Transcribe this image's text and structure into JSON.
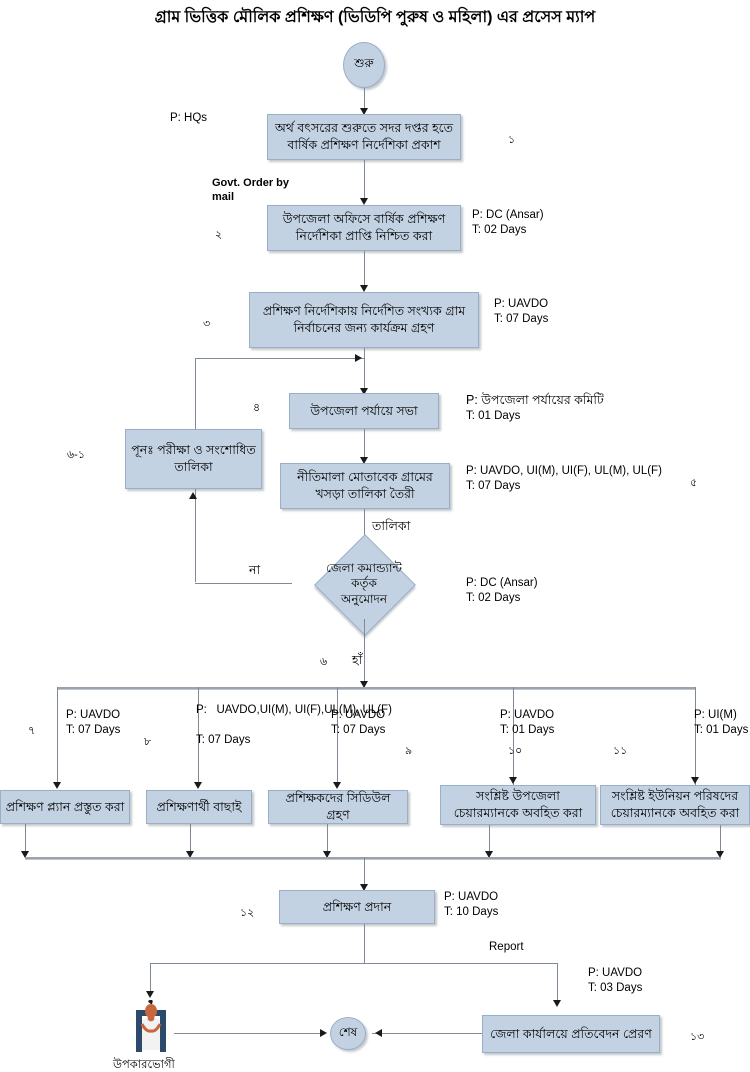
{
  "title": "গ্রাম ভিত্তিক মৌলিক প্রশিক্ষণ (ভিডিপি পুরুষ ও মহিলা) এর প্রসেস ম্যাপ",
  "colors": {
    "box_fill": "#c3d2e3",
    "box_border": "#9aaec6",
    "line": "#808a96",
    "text": "#000000"
  },
  "nodes": {
    "start": {
      "label": "শুরু"
    },
    "end": {
      "label": "শেষ"
    },
    "box1": {
      "label": "অর্থ বৎসরের শুরুতে সদর দপ্তর হতে বার্ষিক প্রশিক্ষণ নির্দেশিকা প্রকাশ",
      "actor": "P: HQs",
      "time": "",
      "num": "১"
    },
    "box2": {
      "label": "উপজেলা অফিসে বার্ষিক প্রশিক্ষণ নির্দেশিকা প্রাপ্তি নিশ্চিত করা",
      "actor": "P: DC (Ansar)",
      "time": "T: 02 Days",
      "num": "২"
    },
    "box3": {
      "label": "প্রশিক্ষণ নির্দেশিকায় নির্দেশিত সংখ্যক গ্রাম নির্বাচনের জন্য কার্যক্রম গ্রহণ",
      "actor": "P: UAVDO",
      "time": "T: 07 Days",
      "num": "৩"
    },
    "box4": {
      "label": "উপজেলা পর্যায়ে  সভা",
      "actor": "P: উপজেলা পর্যায়ের কমিটি",
      "time": "T: 01 Days",
      "num": "৪"
    },
    "box5": {
      "label": "নীতিমালা মোতাবেক গ্রামের খসড়া তালিকা তৈরী",
      "actor": "P: UAVDO, UI(M), UI(F), UL(M), UL(F)",
      "time": "T: 07 Days",
      "num": "৫"
    },
    "box6_1": {
      "label": "পূনঃ পরীক্ষা ও সংশোধিত তালিকা",
      "num": "৬-১"
    },
    "decision": {
      "label_lines": [
        "জেলা কমান্ড্যান্ট",
        "কর্তৃক",
        "অনুমোদন"
      ],
      "actor": "P: DC (Ansar)",
      "time": "T: 02 Days",
      "num": "৬",
      "yes": "হাঁ",
      "no": "না",
      "in_label": "তালিকা"
    },
    "box7": {
      "label": "প্রশিক্ষণ প্ল্যান প্রস্তুত করা",
      "actor": "P: UAVDO",
      "time": "T: 07 Days",
      "num": "৭"
    },
    "box8": {
      "label": "প্রশিক্ষণার্থী বাছাই",
      "actor": "P:   UAVDO,UI(M), UI(F),UL(M), UL(F)",
      "time": "T: 07 Days",
      "num": "৮"
    },
    "box9": {
      "label": "প্রশিক্ষকদের সিডিউল গ্রহণ",
      "actor": "P: UAVDO",
      "time": "T: 07 Days",
      "num": "৯"
    },
    "box10": {
      "label": "সংশ্লিষ্ট উপজেলা চেয়ারম্যানকে অবহিত করা",
      "actor": "P: UAVDO",
      "time": "T: 01 Days",
      "num": "১০"
    },
    "box11": {
      "label": "সংশ্লিষ্ট ইউনিয়ন পরিষদের চেয়ারম্যানকে অবহিত করা",
      "actor": "P: UI(M)",
      "time": "T: 01 Days",
      "num": "১১"
    },
    "box12": {
      "label": "প্রশিক্ষণ প্রদান",
      "actor": "P: UAVDO",
      "time": "T: 10 Days",
      "num": "১২"
    },
    "box13": {
      "label": "জেলা কার্যালয়ে প্রতিবেদন প্রেরণ",
      "actor": "P: UAVDO",
      "time": "T: 03 Days",
      "num": "১৩"
    },
    "beneficiary": {
      "label": "উপকারভোগী"
    }
  },
  "edge_labels": {
    "govt_order": "Govt. Order by\nmail",
    "report": "Report"
  }
}
